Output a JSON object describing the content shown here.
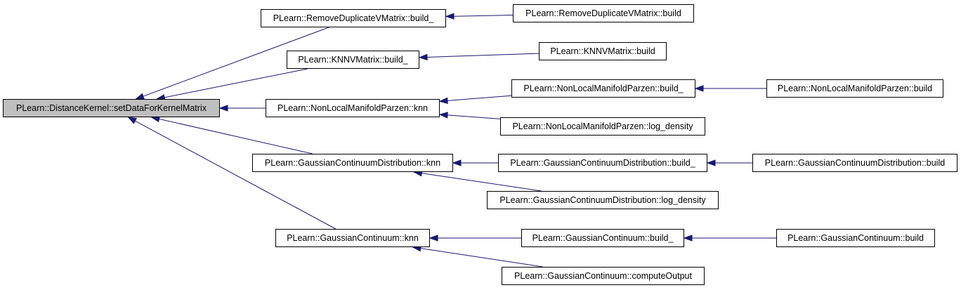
{
  "colors": {
    "edge": "#191970",
    "root_fill": "#bfbfbf",
    "node_fill": "#ffffff",
    "border": "#000000"
  },
  "nodes": {
    "root": "PLearn::DistanceKernel::setDataForKernelMatrix",
    "rdv_build_": "PLearn::RemoveDuplicateVMatrix::build_",
    "rdv_build": "PLearn::RemoveDuplicateVMatrix::build",
    "knnv_build_": "PLearn::KNNVMatrix::build_",
    "knnv_build": "PLearn::KNNVMatrix::build",
    "nlmp_knn": "PLearn::NonLocalManifoldParzen::knn",
    "nlmp_build_": "PLearn::NonLocalManifoldParzen::build_",
    "nlmp_build": "PLearn::NonLocalManifoldParzen::build",
    "nlmp_log_density": "PLearn::NonLocalManifoldParzen::log_density",
    "gcd_knn": "PLearn::GaussianContinuumDistribution::knn",
    "gcd_build_": "PLearn::GaussianContinuumDistribution::build_",
    "gcd_build": "PLearn::GaussianContinuumDistribution::build",
    "gcd_log_density": "PLearn::GaussianContinuumDistribution::log_density",
    "gc_knn": "PLearn::GaussianContinuum::knn",
    "gc_build_": "PLearn::GaussianContinuum::build_",
    "gc_build": "PLearn::GaussianContinuum::build",
    "gc_computeOutput": "PLearn::GaussianContinuum::computeOutput"
  },
  "edges": [
    [
      "rdv_build_",
      "root"
    ],
    [
      "knnv_build_",
      "root"
    ],
    [
      "nlmp_knn",
      "root"
    ],
    [
      "gcd_knn",
      "root"
    ],
    [
      "gc_knn",
      "root"
    ],
    [
      "rdv_build",
      "rdv_build_"
    ],
    [
      "knnv_build",
      "knnv_build_"
    ],
    [
      "nlmp_build_",
      "nlmp_knn"
    ],
    [
      "nlmp_log_density",
      "nlmp_knn"
    ],
    [
      "nlmp_build",
      "nlmp_build_"
    ],
    [
      "gcd_build_",
      "gcd_knn"
    ],
    [
      "gcd_log_density",
      "gcd_knn"
    ],
    [
      "gcd_build",
      "gcd_build_"
    ],
    [
      "gc_build_",
      "gc_knn"
    ],
    [
      "gc_computeOutput",
      "gc_knn"
    ],
    [
      "gc_build",
      "gc_build_"
    ]
  ]
}
